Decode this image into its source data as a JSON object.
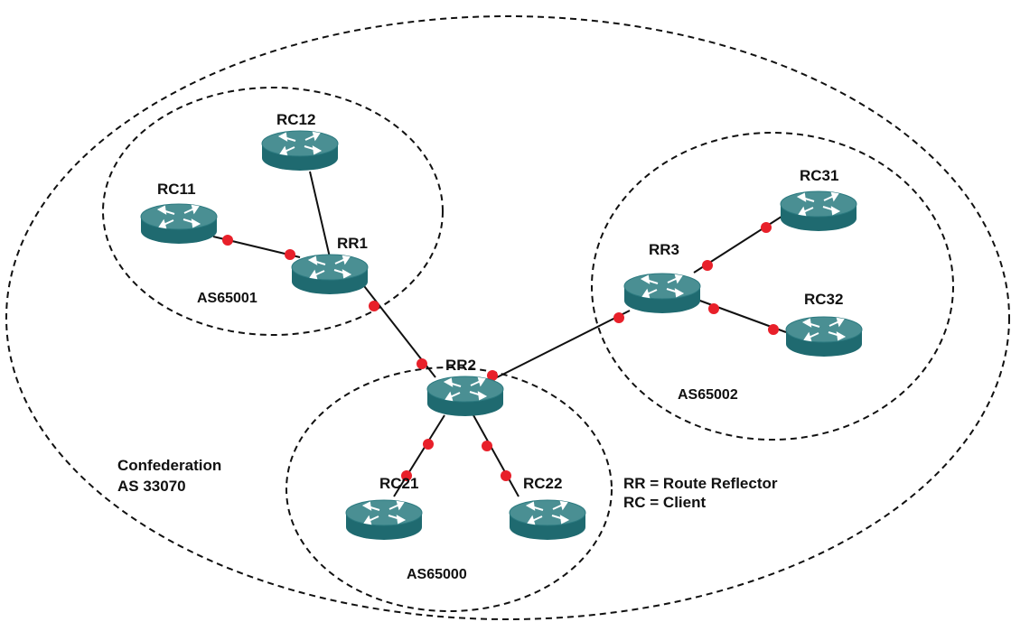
{
  "confederation": {
    "line1": "Confederation",
    "line2": "AS 33070"
  },
  "as_labels": {
    "as65001": "AS65001",
    "as65000": "AS65000",
    "as65002": "AS65002"
  },
  "routers": {
    "rc12": "RC12",
    "rc11": "RC11",
    "rr1": "RR1",
    "rr2": "RR2",
    "rc21": "RC21",
    "rc22": "RC22",
    "rr3": "RR3",
    "rc31": "RC31",
    "rc32": "RC32"
  },
  "legend": {
    "line1": "RR = Route Reflector",
    "line2": "RC = Client"
  },
  "colors": {
    "router_top": "#4a8f93",
    "router_side": "#1f6a70",
    "link_dot": "#e8202a",
    "boundary": "#111111"
  }
}
